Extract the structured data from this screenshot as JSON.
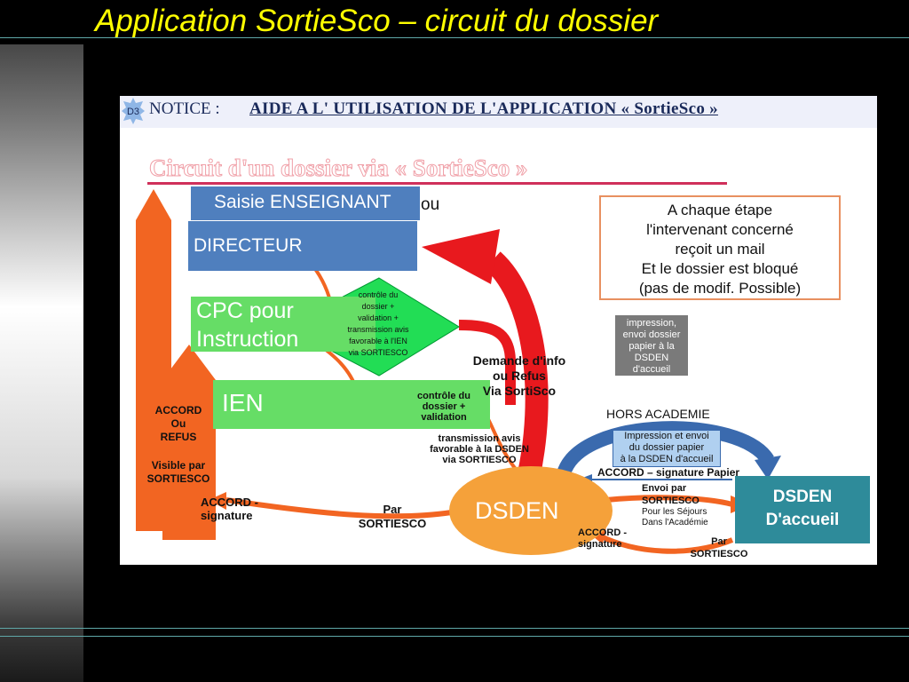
{
  "slide": {
    "title": "Application SortieSco – circuit du dossier"
  },
  "notice": {
    "badge": "D3",
    "label": "NOTICE :",
    "title": "AIDE  A  L' UTILISATION DE  L'APPLICATION  « SortieSco »"
  },
  "diagram": {
    "circuit_title": "Circuit d'un dossier via « SortieSco »",
    "saisie": "Saisie ENSEIGNANT",
    "ou": "ou",
    "directeur": "DIRECTEUR",
    "cpc_line1": "CPC  pour",
    "cpc_line2": "Instruction",
    "iea": "IEN",
    "diamond_text": [
      "contrôle du",
      "dossier +",
      "validation +",
      "transmission avis",
      "favorable à l'IEN",
      "via SORTIESCO"
    ],
    "info_box": [
      "A chaque étape",
      "l'intervenant concerné",
      "reçoit un mail",
      "Et le dossier est bloqué",
      "(pas de modif. Possible)"
    ],
    "gray_box": [
      "impression,",
      "envoi dossier",
      "papier à la DSDEN",
      "d'accueil"
    ],
    "demande": [
      "Demande d'info",
      "ou Refus",
      "Via SortiSco"
    ],
    "controle_ien": [
      "contrôle du",
      "dossier +",
      "validation"
    ],
    "transmission": [
      "transmission avis",
      "favorable à la DSDEN",
      "via SORTIESCO"
    ],
    "accord_left": [
      "ACCORD",
      "Ou",
      "REFUS"
    ],
    "visible": [
      "Visible par",
      "SORTIESCO"
    ],
    "hors_academie": "HORS ACADEMIE",
    "impression_box": [
      "Impression et envoi",
      "du dossier papier",
      "à la DSDEN d'accueil"
    ],
    "accord_signature_papier": "ACCORD – signature  Papier",
    "accord_signature_left": [
      "ACCORD -",
      "signature"
    ],
    "par_sortiesco_left": [
      "Par",
      "SORTIESCO"
    ],
    "dsden": "DSDEN",
    "envoi_par": [
      "Envoi par",
      "SORTIESCO"
    ],
    "sejours": [
      "Pour les Séjours",
      "Dans l'Académie"
    ],
    "accord_signature_bottom": [
      "ACCORD -",
      "signature"
    ],
    "par_sortiesco_right": [
      "Par",
      "SORTIESCO"
    ],
    "dsden_accueil": [
      "DSDEN",
      "D'accueil"
    ]
  },
  "colors": {
    "title": "#ffff00",
    "orange": "#f26522",
    "red": "#e8191e",
    "blue_box": "#4f7fbe",
    "green_box": "#66dd66",
    "teal_box": "#2e8b9a",
    "gray_box": "#7a7a7a",
    "diamond": "#00cc44"
  }
}
